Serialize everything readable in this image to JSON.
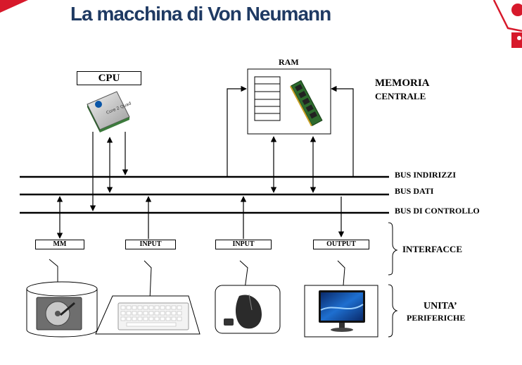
{
  "title": "La macchina di Von Neumann",
  "cpu": {
    "label": "CPU",
    "chip_text": "Core 2 Quad"
  },
  "ram": {
    "label": "RAM"
  },
  "memoria": {
    "line1": "MEMORIA",
    "line2": "CENTRALE"
  },
  "buses": {
    "indirizzi": "BUS INDIRIZZI",
    "dati": "BUS DATI",
    "controllo": "BUS DI CONTROLLO"
  },
  "interfaces": [
    {
      "label": "MM"
    },
    {
      "label": "INPUT"
    },
    {
      "label": "INPUT"
    },
    {
      "label": "OUTPUT"
    }
  ],
  "interfacce": "INTERFACCE",
  "unita": {
    "line1": "UNITA’",
    "line2": "PERIFERICHE"
  },
  "accent_color": "#d7192b",
  "title_color": "#1f3a63"
}
